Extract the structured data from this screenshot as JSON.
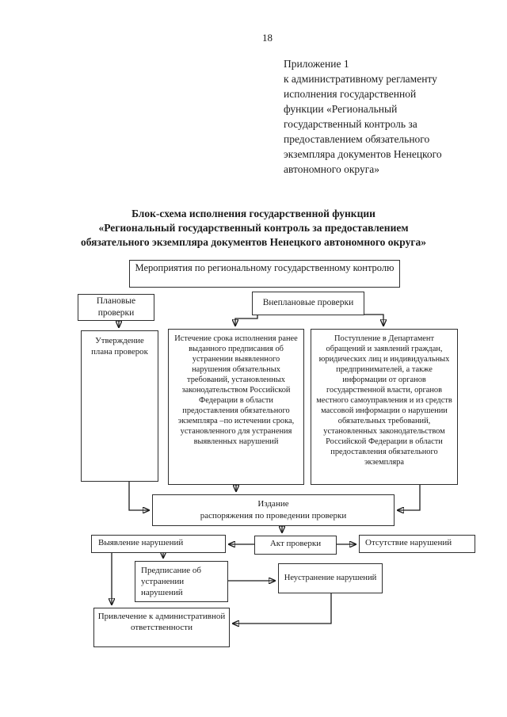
{
  "page_number": "18",
  "appendix": {
    "lines": [
      "Приложение 1",
      "к административному регламенту",
      "исполнения государственной",
      "функции «Региональный",
      "государственный контроль за",
      "предоставлением обязательного",
      "экземпляра документов Ненецкого",
      "автономного округа»"
    ]
  },
  "title": {
    "lines": [
      "Блок-схема исполнения государственной функции",
      "«Региональный государственный контроль за предоставлением",
      "обязательного экземпляра документов Ненецкого автономного округа»"
    ]
  },
  "flowchart": {
    "meropriyatiya": "Мероприятия по региональному государственному контролю",
    "planovye": "Плановые проверки",
    "vneplanovye": "Внеплановые проверки",
    "utverzhdenie": {
      "lines": [
        "Утверждение",
        "плана проверок"
      ]
    },
    "istechenie": "Истечение срока исполнения ранее выданного предписания об устранении выявленного нарушения обязательных требований, установленных законодательством Российской Федерации в области предоставления обязательного экземпляра –по истечении срока, установленного для устранения выявленных нарушений",
    "postuplenie": "Поступление в Департамент обращений и заявлений граждан, юридических лиц и индивидуальных предпринимателей, а также информации от органов государственной власти, органов местного самоуправления и из средств массовой информации о нарушении обязательных требований, установленных законодательством Российской Федерации в области предоставления обязательного экземпляра",
    "izdanie": {
      "lines": [
        "Издание",
        "распоряжения по проведении проверки"
      ]
    },
    "vyyavlenie": "Выявление нарушений",
    "akt": "Акт проверки",
    "otsutstvie": "Отсутствие нарушений",
    "predpisanie": "Предписание об устранении нарушений",
    "neustranenie": "Неустранение нарушений",
    "privlechenie": "Привлечение к административной ответственности"
  },
  "colors": {
    "ink": "#1b1b1b",
    "box_border": "#2f2f2f",
    "background": "#ffffff"
  }
}
